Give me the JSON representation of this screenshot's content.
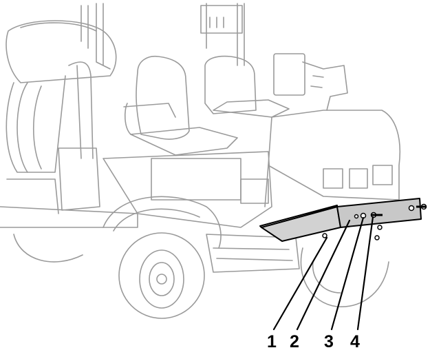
{
  "callouts": [
    {
      "label": "1"
    },
    {
      "label": "2"
    },
    {
      "label": "3"
    },
    {
      "label": "4"
    }
  ],
  "colors": {
    "line_art": "#9a9a9a",
    "highlight_part": "#000000",
    "highlight_fill": "#d2d2d2"
  }
}
